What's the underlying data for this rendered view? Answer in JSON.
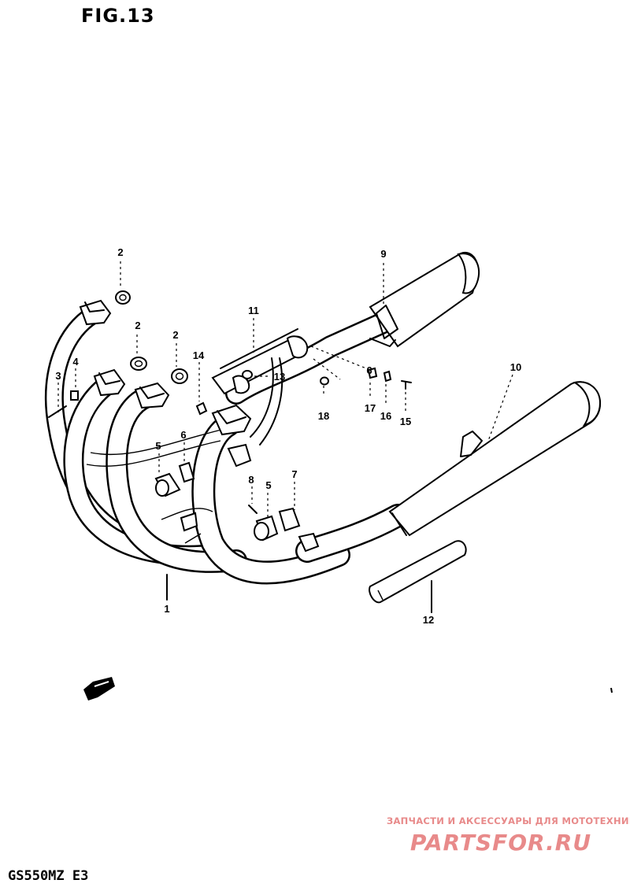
{
  "figure": {
    "title": "FIG.13",
    "model": "GS550MZ  E3"
  },
  "watermark": {
    "caption": "ЗАПЧАСТИ И АКСЕССУАРЫ ДЛЯ МОТОТЕХНИКИ",
    "logo_text": "PARTSFOR.RU",
    "color": "#e88a8a"
  },
  "callouts": {
    "c1": "1",
    "c2a": "2",
    "c2b": "2",
    "c2c": "2",
    "c3": "3",
    "c4": "4",
    "c5a": "5",
    "c5b": "5",
    "c6a": "6",
    "c6b": "6",
    "c7": "7",
    "c8": "8",
    "c9": "9",
    "c10": "10",
    "c11": "11",
    "c12": "12",
    "c13": "13",
    "c14": "14",
    "c15": "15",
    "c16": "16",
    "c17": "17",
    "c18": "18"
  },
  "icons": {
    "direction": "front-arrow-icon"
  }
}
